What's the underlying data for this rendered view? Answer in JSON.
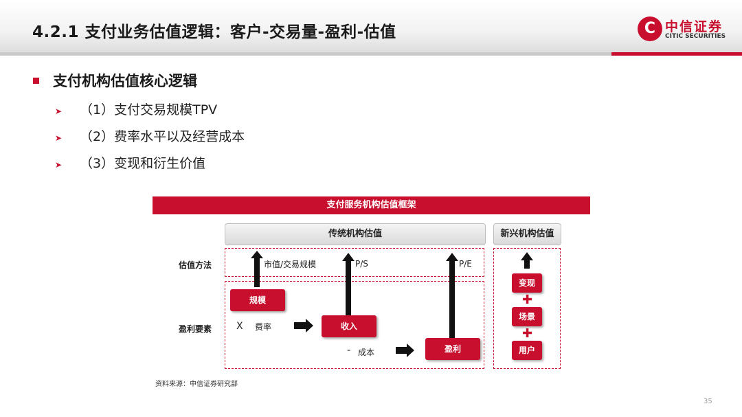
{
  "header": {
    "title": "4.2.1 支付业务估值逻辑：客户-交易量-盈利-估值",
    "logo_mark": "C",
    "logo_cn": "中信证券",
    "logo_en": "CITIC SECURITIES"
  },
  "bullets": {
    "main": "支付机构估值核心逻辑",
    "items": [
      "（1）支付交易规模TPV",
      "（2）费率水平以及经营成本",
      "（3）变现和衍生价值"
    ]
  },
  "framework": {
    "title": "支付服务机构估值框架",
    "traditional_header": "传统机构估值",
    "emerging_header": "新兴机构估值",
    "row_valuation": "估值方法",
    "row_profit": "盈利要素",
    "label_mv": "市值/交易规模",
    "label_ps": "P/S",
    "label_pe": "P/E",
    "box_scale": "规模",
    "x_sign": "X",
    "label_fee": "费率",
    "box_revenue": "收入",
    "minus_sign": "-",
    "label_cost": "成本",
    "box_profit": "盈利",
    "box_monetize": "变现",
    "box_scene": "场景",
    "box_user": "用户"
  },
  "source": "资料来源：中信证券研究部",
  "page_number": "35",
  "colors": {
    "accent": "#c8102e"
  }
}
